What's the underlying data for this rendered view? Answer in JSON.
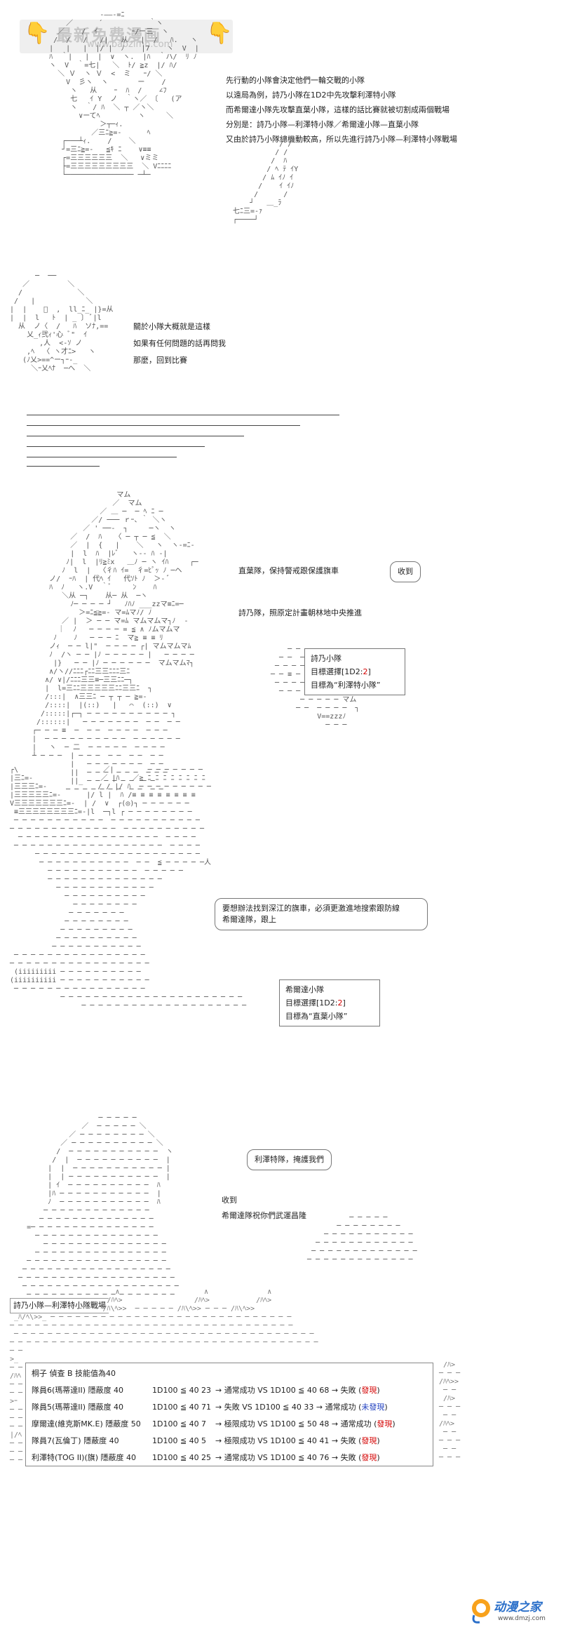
{
  "watermark": {
    "title": "最新免费漫画",
    "url": "www.baozimh.com"
  },
  "panel1": {
    "lines": [
      "先行動的小隊會決定他們一輪交戰的小隊",
      "以遠局為例，詩乃小隊在1D2中先攻擊利澤特小隊",
      "而希爾達小隊先攻擊直葉小隊，這樣的話比賽就被切割成兩個戰場",
      "分別是：詩乃小隊—利澤特小隊／希爾達小隊—直葉小隊",
      "又由於詩乃小隊總機動較高，所以先進行詩乃小隊—利澤特小隊戰場"
    ]
  },
  "panel2": {
    "lines": [
      "關於小隊大概就是這樣",
      "如果有任何問題的話再問我",
      "那麼，回到比賽"
    ]
  },
  "panel3": {
    "narration": [
      "直葉隊，保持警戒跟保護旗車",
      "詩乃隊，照原定計畫朝林地中央推進"
    ],
    "reply": "收到",
    "target_box": {
      "name": "詩乃小隊",
      "select_prefix": "目標選擇[1D2:",
      "select_value": "2",
      "select_suffix": "]",
      "target": "目標為“利澤特小隊”"
    }
  },
  "panel4": {
    "bubble_lines": [
      "要想辦法找到深江的旗車，必須更激進地搜索跟防線",
      "希爾達隊，跟上"
    ],
    "target_box": {
      "name": "希爾達小隊",
      "select_prefix": "目標選擇[1D2:",
      "select_value": "2",
      "select_suffix": "]",
      "target": "目標為“直葉小隊”"
    }
  },
  "panel5": {
    "bubble": "利澤特隊，掩護我們",
    "lines": [
      "收到",
      "希爾達隊祝你們武運昌隆"
    ]
  },
  "battle": {
    "title": "詩乃小隊—利澤特小隊戰場",
    "header": "桐子 偵查 B 技能值為40",
    "rows": [
      {
        "unit": "隊員6(瑪蒂達II) 隱蔽度 40",
        "roll": "1D100 ≦ 40",
        "r1": "23",
        "res1": "通常成功",
        "vs": "VS 1D100 ≦ 40",
        "r2": "68",
        "outcome": "失敗",
        "status": "發現",
        "status_color": "#d40000"
      },
      {
        "unit": "隊員5(瑪蒂達II) 隱蔽度 40",
        "roll": "1D100 ≦ 40",
        "r1": "71",
        "res1": "失敗",
        "vs": "VS 1D100 ≦ 40",
        "r2": "33",
        "outcome": "通常成功",
        "status": "未發現",
        "status_color": "#2040c0"
      },
      {
        "unit": "摩爾達(維克斯MK.E) 隱蔽度 50",
        "roll": "1D100 ≦ 40",
        "r1": "7",
        "res1": "極限成功",
        "vs": "VS 1D100 ≦ 50",
        "r2": "48",
        "outcome": "通常成功",
        "status": "發現",
        "status_color": "#d40000"
      },
      {
        "unit": "隊員7(瓦倫丁) 隱蔽度 40",
        "roll": "1D100 ≦ 40",
        "r1": "5",
        "res1": "極限成功",
        "vs": "VS 1D100 ≦ 40",
        "r2": "41",
        "outcome": "失敗",
        "status": "發現",
        "status_color": "#d40000"
      },
      {
        "unit": "利澤特(TOG II)(旗) 隱蔽度 40",
        "roll": "1D100 ≦ 40",
        "r1": "25",
        "res1": "通常成功",
        "vs": "VS 1D100 ≦ 40",
        "r2": "76",
        "outcome": "失敗",
        "status": "發現",
        "status_color": "#d40000"
      }
    ]
  },
  "logo": {
    "text": "动漫之家",
    "url": "www.dmzj.com"
  }
}
